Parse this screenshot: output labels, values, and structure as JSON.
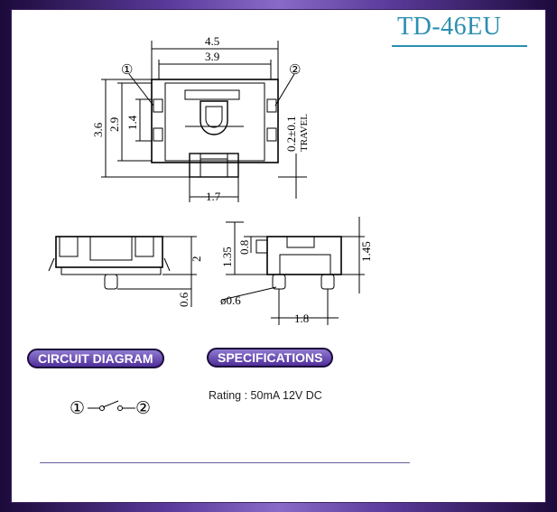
{
  "title": "TD-46EU",
  "top_view": {
    "dims": {
      "overall_width": "4.5",
      "inner_width": "3.9",
      "height": "3.6",
      "inner_height": "2.9",
      "slot_height": "1.4",
      "travel": "0.2±0.1",
      "travel_label": "TRAVEL",
      "stem_width": "1.7"
    },
    "terminals": [
      "①",
      "②"
    ]
  },
  "side_view": {
    "dims": {
      "height": "2",
      "pin_length": "0.6"
    }
  },
  "end_view": {
    "dims": {
      "stem_height": "1.35",
      "stem_width": "0.8",
      "body_height": "1.45",
      "pin_diameter": "ø0.6",
      "pin_pitch": "1.8"
    }
  },
  "circuit_diagram": {
    "heading": "CIRCUIT DIAGRAM",
    "terminal_1": "①",
    "terminal_2": "②"
  },
  "specifications": {
    "heading": "SPECIFICATIONS",
    "rating": "Rating : 50mA 12V DC"
  }
}
